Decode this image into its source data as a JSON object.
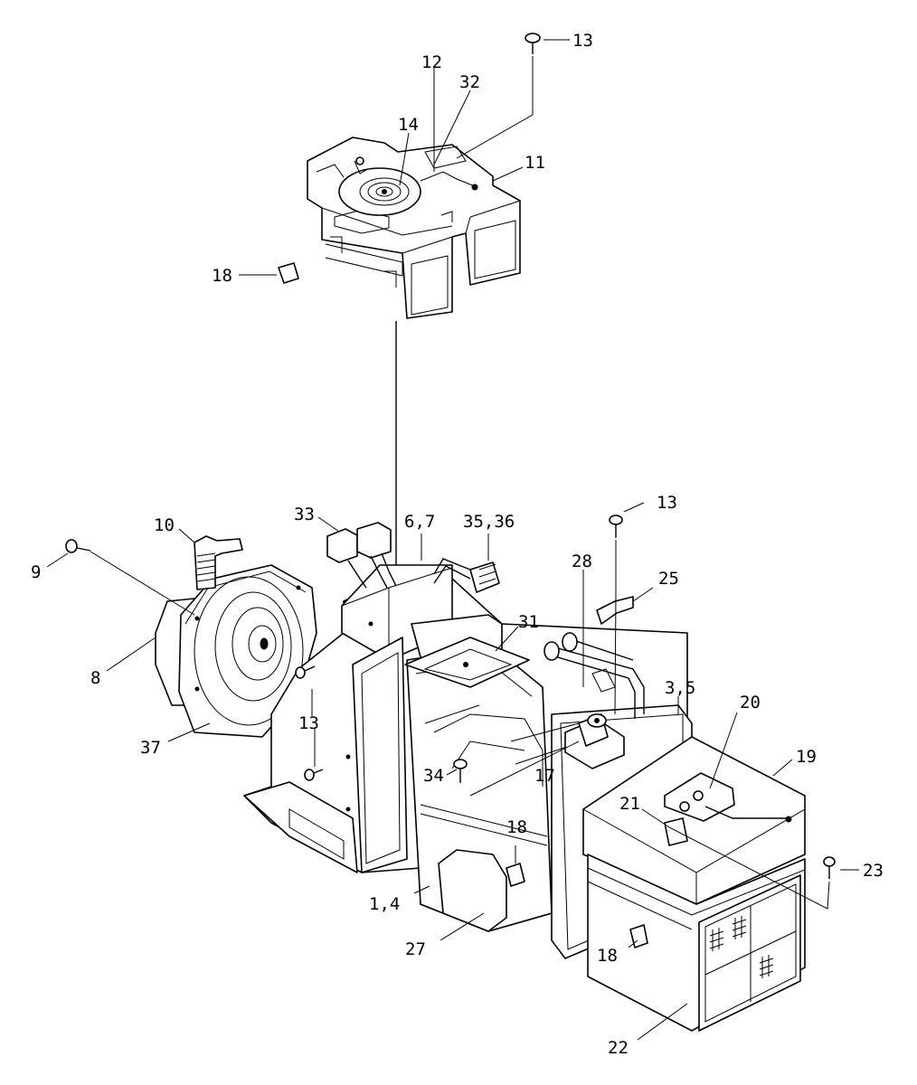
{
  "callouts": [
    {
      "id": "c13a",
      "text": "13"
    },
    {
      "id": "c12",
      "text": "12"
    },
    {
      "id": "c32",
      "text": "32"
    },
    {
      "id": "c14",
      "text": "14"
    },
    {
      "id": "c11",
      "text": "11"
    },
    {
      "id": "c18a",
      "text": "18"
    },
    {
      "id": "c33",
      "text": "33"
    },
    {
      "id": "c67",
      "text": "6,7"
    },
    {
      "id": "c3536",
      "text": "35,36"
    },
    {
      "id": "c13b",
      "text": "13"
    },
    {
      "id": "c10",
      "text": "10"
    },
    {
      "id": "c9",
      "text": "9"
    },
    {
      "id": "c28",
      "text": "28"
    },
    {
      "id": "c25",
      "text": "25"
    },
    {
      "id": "c31",
      "text": "31"
    },
    {
      "id": "c8",
      "text": "8"
    },
    {
      "id": "c35b",
      "text": "3,5"
    },
    {
      "id": "c20",
      "text": "20"
    },
    {
      "id": "c13c",
      "text": "13"
    },
    {
      "id": "c19",
      "text": "19"
    },
    {
      "id": "c37",
      "text": "37"
    },
    {
      "id": "c34",
      "text": "34"
    },
    {
      "id": "c17",
      "text": "17"
    },
    {
      "id": "c21",
      "text": "21"
    },
    {
      "id": "c18b",
      "text": "18"
    },
    {
      "id": "c23",
      "text": "23"
    },
    {
      "id": "c14b",
      "text": "1,4"
    },
    {
      "id": "c18c",
      "text": "18"
    },
    {
      "id": "c27",
      "text": "27"
    },
    {
      "id": "c22",
      "text": "22"
    }
  ]
}
